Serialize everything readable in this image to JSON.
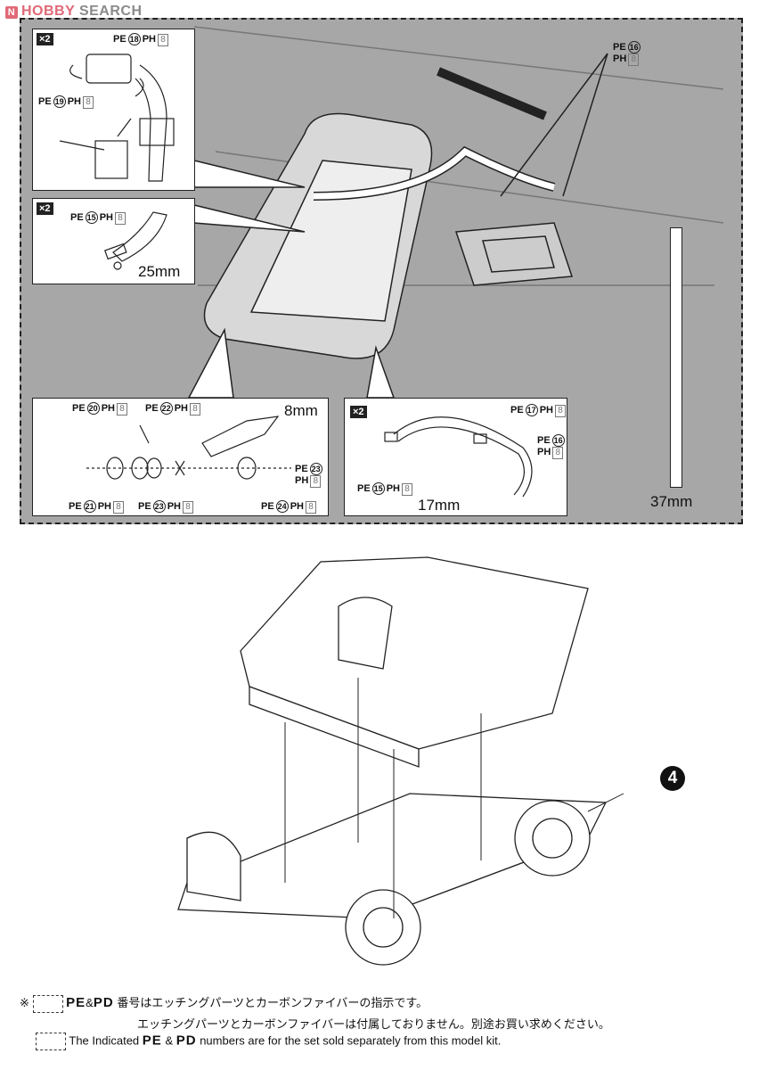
{
  "watermark": {
    "brand": "HOBBY",
    "brand2": "SEARCH"
  },
  "main_label": {
    "pe": "PE",
    "num": "16",
    "ph": "PH",
    "plate": "8"
  },
  "scale": {
    "label": "37mm"
  },
  "box1": {
    "qty": "×2",
    "a": {
      "pe": "PE",
      "num": "18",
      "ph": "PH",
      "plate": "8"
    },
    "b": {
      "pe": "PE",
      "num": "19",
      "ph": "PH",
      "plate": "8"
    }
  },
  "box2": {
    "qty": "×2",
    "a": {
      "pe": "PE",
      "num": "15",
      "ph": "PH",
      "plate": "8"
    },
    "length": "25mm"
  },
  "box3": {
    "a": {
      "pe": "PE",
      "num": "20",
      "ph": "PH",
      "plate": "8"
    },
    "b": {
      "pe": "PE",
      "num": "22",
      "ph": "PH",
      "plate": "8"
    },
    "c": {
      "pe": "PE",
      "num": "21",
      "ph": "PH",
      "plate": "8"
    },
    "d": {
      "pe": "PE",
      "num": "23",
      "ph": "PH",
      "plate": "8"
    },
    "e": {
      "pe": "PE",
      "num": "24",
      "ph": "PH",
      "plate": "8"
    },
    "f": {
      "pe": "PE",
      "num": "23",
      "ph": "PH",
      "plate": "8"
    },
    "length": "8mm"
  },
  "box4": {
    "qty": "×2",
    "a": {
      "pe": "PE",
      "num": "17",
      "ph": "PH",
      "plate": "8"
    },
    "b": {
      "pe": "PE",
      "num": "16",
      "ph": "PH",
      "plate": "8"
    },
    "c": {
      "pe": "PE",
      "num": "15",
      "ph": "PH",
      "plate": "8"
    },
    "length": "17mm"
  },
  "step": {
    "number": "4"
  },
  "note": {
    "mark": "※",
    "pe": "PE",
    "amp": "&",
    "pd": "PD",
    "jp1": "番号はエッチングパーツとカーボンファイバーの指示です。",
    "jp2": "エッチングパーツとカーボンファイバーは付属しておりません。別途お買い求めください。",
    "en_pre": "The Indicated",
    "en_post": "numbers are for the set sold separately from this model kit."
  }
}
